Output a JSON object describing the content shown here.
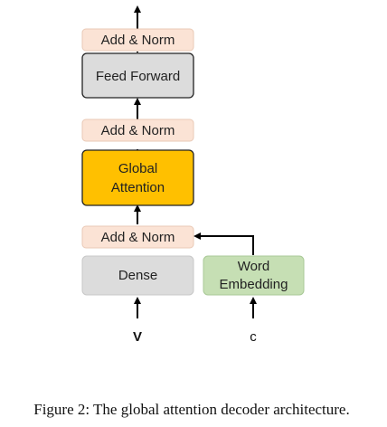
{
  "blocks": {
    "add_norm_top": "Add & Norm",
    "feed_forward": "Feed Forward",
    "add_norm_middle": "Add & Norm",
    "global_attention": [
      "Global",
      "Attention"
    ],
    "add_norm_bottom": "Add & Norm",
    "dense": "Dense",
    "word_embedding": [
      "Word",
      "Embedding"
    ]
  },
  "inputs": {
    "v": "V",
    "c": "c"
  },
  "caption": "Figure 2: The global attention decoder architecture.",
  "colors": {
    "add_norm_fill": "#fbe3d5",
    "add_norm_stroke": "#e9c9b6",
    "feed_forward_fill": "#dcdcdc",
    "feed_forward_stroke": "#222222",
    "global_attention_fill": "#ffc000",
    "global_attention_stroke": "#222222",
    "dense_fill": "#dcdcdc",
    "dense_stroke": "#c8c8c8",
    "word_embedding_fill": "#c6dfb4",
    "word_embedding_stroke": "#a9c997"
  }
}
